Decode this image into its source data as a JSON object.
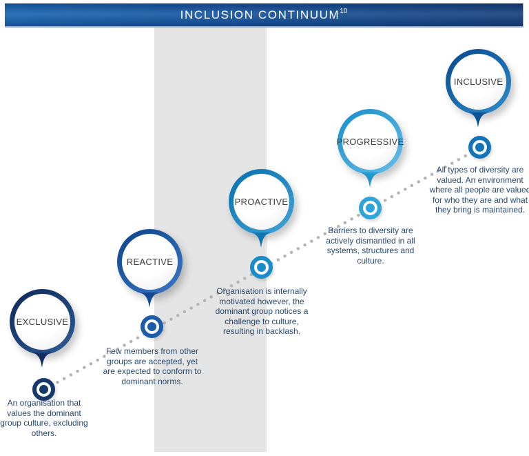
{
  "header": {
    "title": "INCLUSION CONTINUUM",
    "superscript": "10",
    "colors": {
      "left": "#1765b2",
      "mid": "#11519d",
      "right": "#123e78"
    }
  },
  "diagram": {
    "dot_color": "#b3b3b3",
    "band_color": "#e4e4e4"
  },
  "stages": [
    {
      "label": "EXCLUSIVE",
      "description": "An organisation that values the dominant group culture, excluding others.",
      "colors": {
        "main": "#16386b",
        "dark": "#12305f",
        "light": "#2c5a95"
      }
    },
    {
      "label": "REACTIVE",
      "description": "Few members from other groups are accepted, yet are expected to conform to dominant norms.",
      "colors": {
        "main": "#1c5dab",
        "dark": "#124a94",
        "light": "#3a77c0"
      }
    },
    {
      "label": "PROACTIVE",
      "description": "Organisation is internally motivated however, the dominant group notices a challenge to culture, resulting in backlash.",
      "colors": {
        "main": "#1b8cc7",
        "dark": "#0e76b2",
        "light": "#3fa3d6"
      }
    },
    {
      "label": "PROGRESSIVE",
      "description": "Barriers to diversity are actively dismantled in all systems, structures and culture.",
      "colors": {
        "main": "#2fa4db",
        "dark": "#2395cd",
        "light": "#63bce5"
      }
    },
    {
      "label": "INCLUSIVE",
      "description": "All types of diversity are valued. An environment where all people are valued for who they are and what they bring is maintained.",
      "colors": {
        "main": "#1474ba",
        "dark": "#0b5296",
        "light": "#2e8ac8"
      }
    }
  ]
}
